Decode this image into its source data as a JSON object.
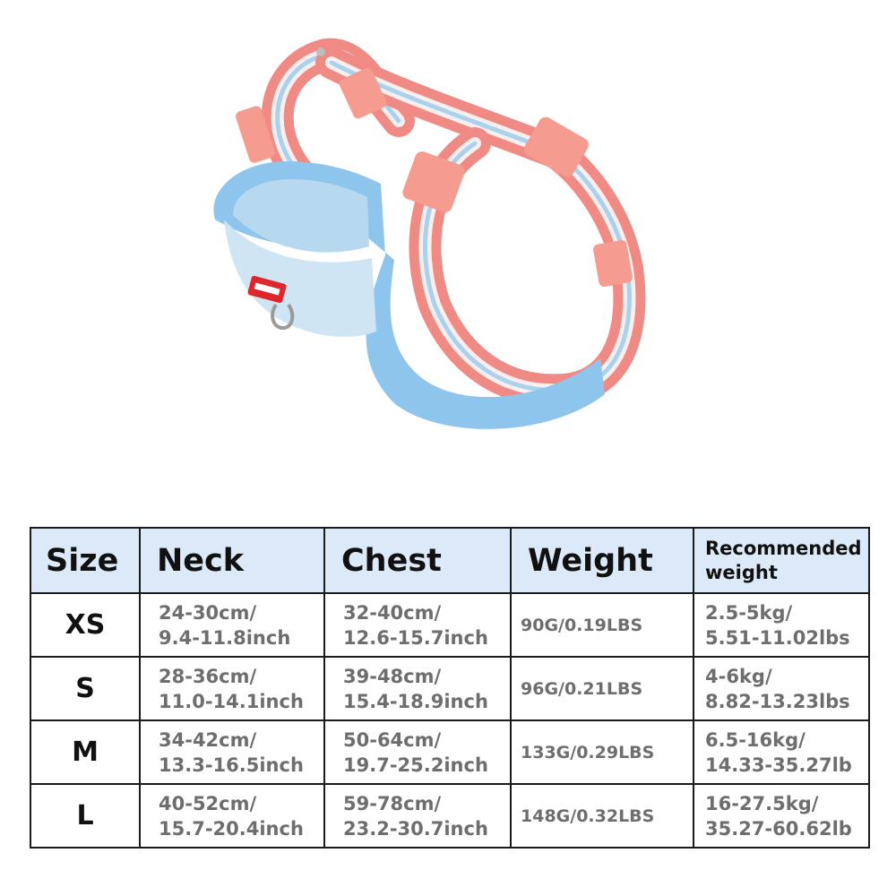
{
  "product_image": {
    "icon": "dog-harness-photo",
    "colors": {
      "strap_pink": "#f08a84",
      "strap_white": "#fbefee",
      "strap_blue": "#a9d2ef",
      "buckle": "#f59b90",
      "vest_blue": "#8ec5ec",
      "vest_light": "#b7d9f0",
      "label_red": "#e0262b"
    }
  },
  "table": {
    "header_bg": "#dce9f8",
    "headers": {
      "size": "Size",
      "neck": "Neck",
      "chest": "Chest",
      "weight": "Weight",
      "recommended_1": "Recommended",
      "recommended_2": "weight"
    },
    "rows": [
      {
        "size": "XS",
        "neck_1": "24-30cm/",
        "neck_2": "9.4-11.8inch",
        "chest_1": "32-40cm/",
        "chest_2": "12.6-15.7inch",
        "weight": "90G/0.19LBS",
        "rec_1": "2.5-5kg/",
        "rec_2": "5.51-11.02lbs"
      },
      {
        "size": "S",
        "neck_1": "28-36cm/",
        "neck_2": "11.0-14.1inch",
        "chest_1": "39-48cm/",
        "chest_2": "15.4-18.9inch",
        "weight": "96G/0.21LBS",
        "rec_1": "4-6kg/",
        "rec_2": "8.82-13.23lbs"
      },
      {
        "size": "M",
        "neck_1": "34-42cm/",
        "neck_2": "13.3-16.5inch",
        "chest_1": "50-64cm/",
        "chest_2": "19.7-25.2inch",
        "weight": "133G/0.29LBS",
        "rec_1": "6.5-16kg/",
        "rec_2": "14.33-35.27lb"
      },
      {
        "size": "L",
        "neck_1": "40-52cm/",
        "neck_2": "15.7-20.4inch",
        "chest_1": "59-78cm/",
        "chest_2": "23.2-30.7inch",
        "weight": "148G/0.32LBS",
        "rec_1": "16-27.5kg/",
        "rec_2": "35.27-60.62lb"
      }
    ]
  }
}
